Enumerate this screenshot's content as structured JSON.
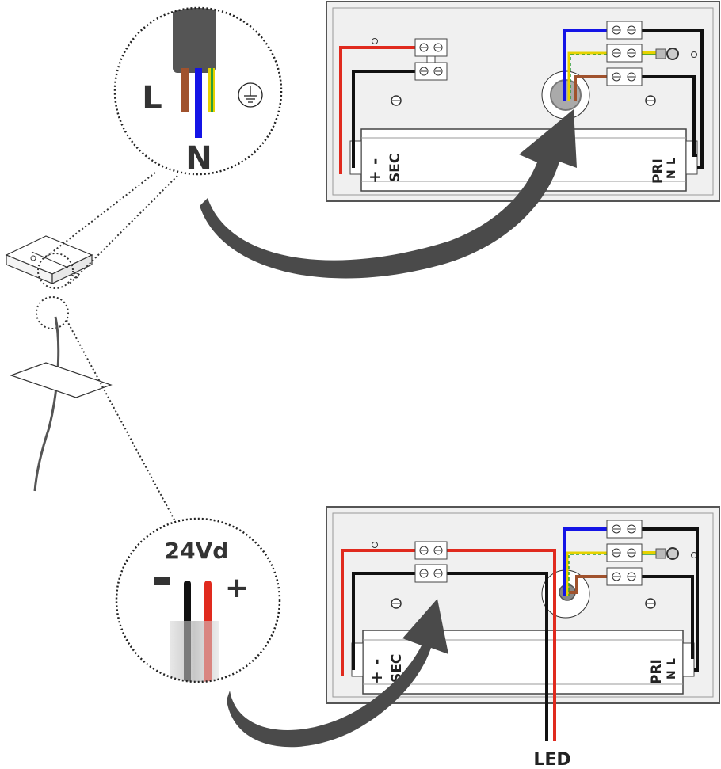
{
  "mains_callout": {
    "live_label": "L",
    "neutral_label": "N"
  },
  "low_voltage_callout": {
    "voltage_label": "24Vd",
    "minus_label": "-",
    "plus_label": "+"
  },
  "driver_top": {
    "sec_label": "SEC",
    "sec_plus": "+",
    "sec_minus": "-",
    "pri_label": "PRI",
    "pri_l": "L",
    "pri_n": "N"
  },
  "driver_bottom": {
    "sec_label": "SEC",
    "sec_plus": "+",
    "sec_minus": "-",
    "pri_label": "PRI",
    "pri_l": "L",
    "pri_n": "N"
  },
  "led_label": "LED",
  "colors": {
    "live_brown": "#a0522d",
    "neutral_blue": "#1414e6",
    "earth_yellow": "#e6d200",
    "earth_green": "#2e9e3a",
    "positive_red": "#e02a1e",
    "negative_black": "#111111",
    "arrow_grey": "#4a4a4a",
    "panel_grey": "#f0f0f0"
  }
}
